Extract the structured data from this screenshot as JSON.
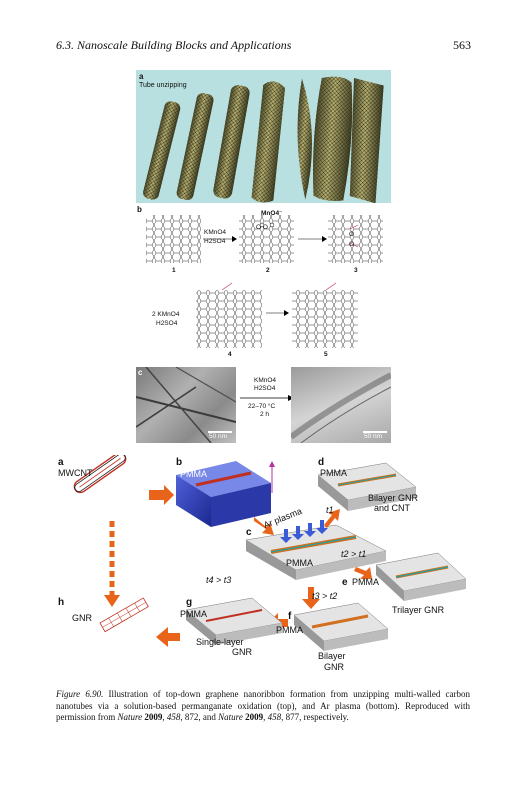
{
  "header": {
    "section": "6.3. Nanoscale Building Blocks and Applications",
    "page": "563"
  },
  "top_figure": {
    "a": {
      "label": "a",
      "title": "Tube unzipping"
    },
    "b": {
      "label": "b",
      "reagent1": "KMnO4",
      "reagent1_sub": "H2SO4",
      "mno4": "MnO4⁻",
      "num1": "1",
      "num2": "2",
      "num3": "3",
      "reagent2": "2 KMnO4",
      "reagent2_sub": "H2SO4",
      "num4": "4",
      "num5": "5"
    },
    "c": {
      "label": "c",
      "cond1": "KMnO4",
      "cond2": "H2SO4",
      "cond3": "22–70 °C",
      "cond4": "2 h",
      "scale_left": "50 nm",
      "scale_right": "50 nm"
    }
  },
  "bottom_figure": {
    "a": "a",
    "mwcnt": "MWCNT",
    "b": "b",
    "pmma_b": "PMMA",
    "c": "c",
    "ar_plasma": "Ar plasma",
    "pmma_c": "PMMA",
    "d": "d",
    "pmma_d": "PMMA",
    "bilayer_cnt_1": "Bilayer GNR",
    "bilayer_cnt_2": "and CNT",
    "t1": "t1",
    "t2_gt_t1": "t2 > t1",
    "e": "e",
    "pmma_e": "PMMA",
    "trilayer": "Trilayer GNR",
    "t4_gt_t3": "t4 > t3",
    "t3_gt_t2": "t3 > t2",
    "h": "h",
    "gnr": "GNR",
    "g": "g",
    "pmma_g": "PMMA",
    "single_1": "Single-layer",
    "single_2": "GNR",
    "f": "f",
    "pmma_f": "PMMA",
    "bilayer_1": "Bilayer",
    "bilayer_2": "GNR"
  },
  "caption": {
    "fig_label": "Figure 6.90.",
    "text1": " Illustration of top-down graphene nanoribbon formation from unzipping multi-walled carbon nanotubes via a solution-based permanganate oxidation (top), and Ar plasma (bottom). Reproduced with permission from ",
    "journal1": "Nature",
    "year1": "2009",
    "vol1": "458",
    "pages1": ", 872, and ",
    "journal2": "Nature",
    "year2": "2009",
    "vol2": "458",
    "pages2": ", 877, respectively."
  }
}
